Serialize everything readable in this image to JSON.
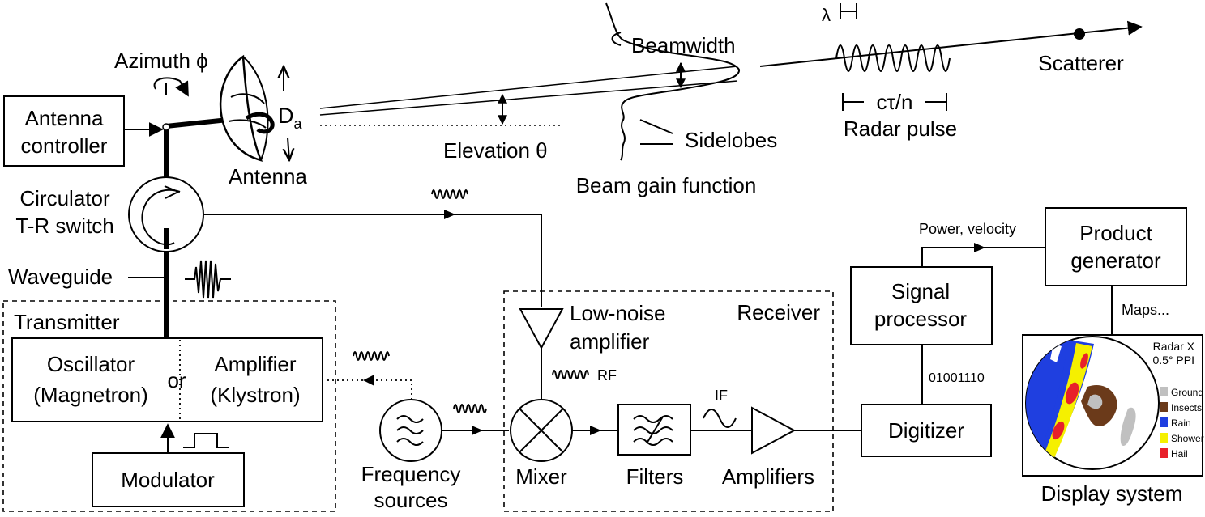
{
  "labels": {
    "azimuth": "Azimuth ϕ",
    "antenna_controller_l1": "Antenna",
    "antenna_controller_l2": "controller",
    "da": "D",
    "da_sub": "a",
    "antenna": "Antenna",
    "circulator_l1": "Circulator",
    "circulator_l2": "T-R switch",
    "waveguide": "Waveguide",
    "transmitter": "Transmitter",
    "oscillator_l1": "Oscillator",
    "oscillator_l2": "(Magnetron)",
    "or": "or",
    "amplifier_l1": "Amplifier",
    "amplifier_l2": "(Klystron)",
    "modulator": "Modulator",
    "frequency_l1": "Frequency",
    "frequency_l2": "sources",
    "elevation": "Elevation θ",
    "beamwidth": "Beamwidth",
    "sidelobes": "Sidelobes",
    "beam_gain": "Beam gain function",
    "lambda": "λ",
    "ctau": "cτ/n",
    "radar_pulse": "Radar pulse",
    "scatterer": "Scatterer",
    "lna_l1": "Low-noise",
    "lna_l2": "amplifier",
    "receiver": "Receiver",
    "rf": "RF",
    "if": "IF",
    "mixer": "Mixer",
    "filters": "Filters",
    "amplifiers": "Amplifiers",
    "signal_proc_l1": "Signal",
    "signal_proc_l2": "processor",
    "bits": "01001110",
    "digitizer": "Digitizer",
    "power_velocity": "Power, velocity",
    "product_gen_l1": "Product",
    "product_gen_l2": "generator",
    "maps": "Maps...",
    "radar_x": "Radar X",
    "ppi": "0.5° PPI",
    "display_system": "Display system"
  },
  "legend": [
    {
      "label": "Ground",
      "color": "#c0c0c0"
    },
    {
      "label": "Insects",
      "color": "#6b3a1a"
    },
    {
      "label": "Rain",
      "color": "#1f3fe0"
    },
    {
      "label": "Shower",
      "color": "#f5f000"
    },
    {
      "label": "Hail",
      "color": "#e8202a"
    }
  ]
}
